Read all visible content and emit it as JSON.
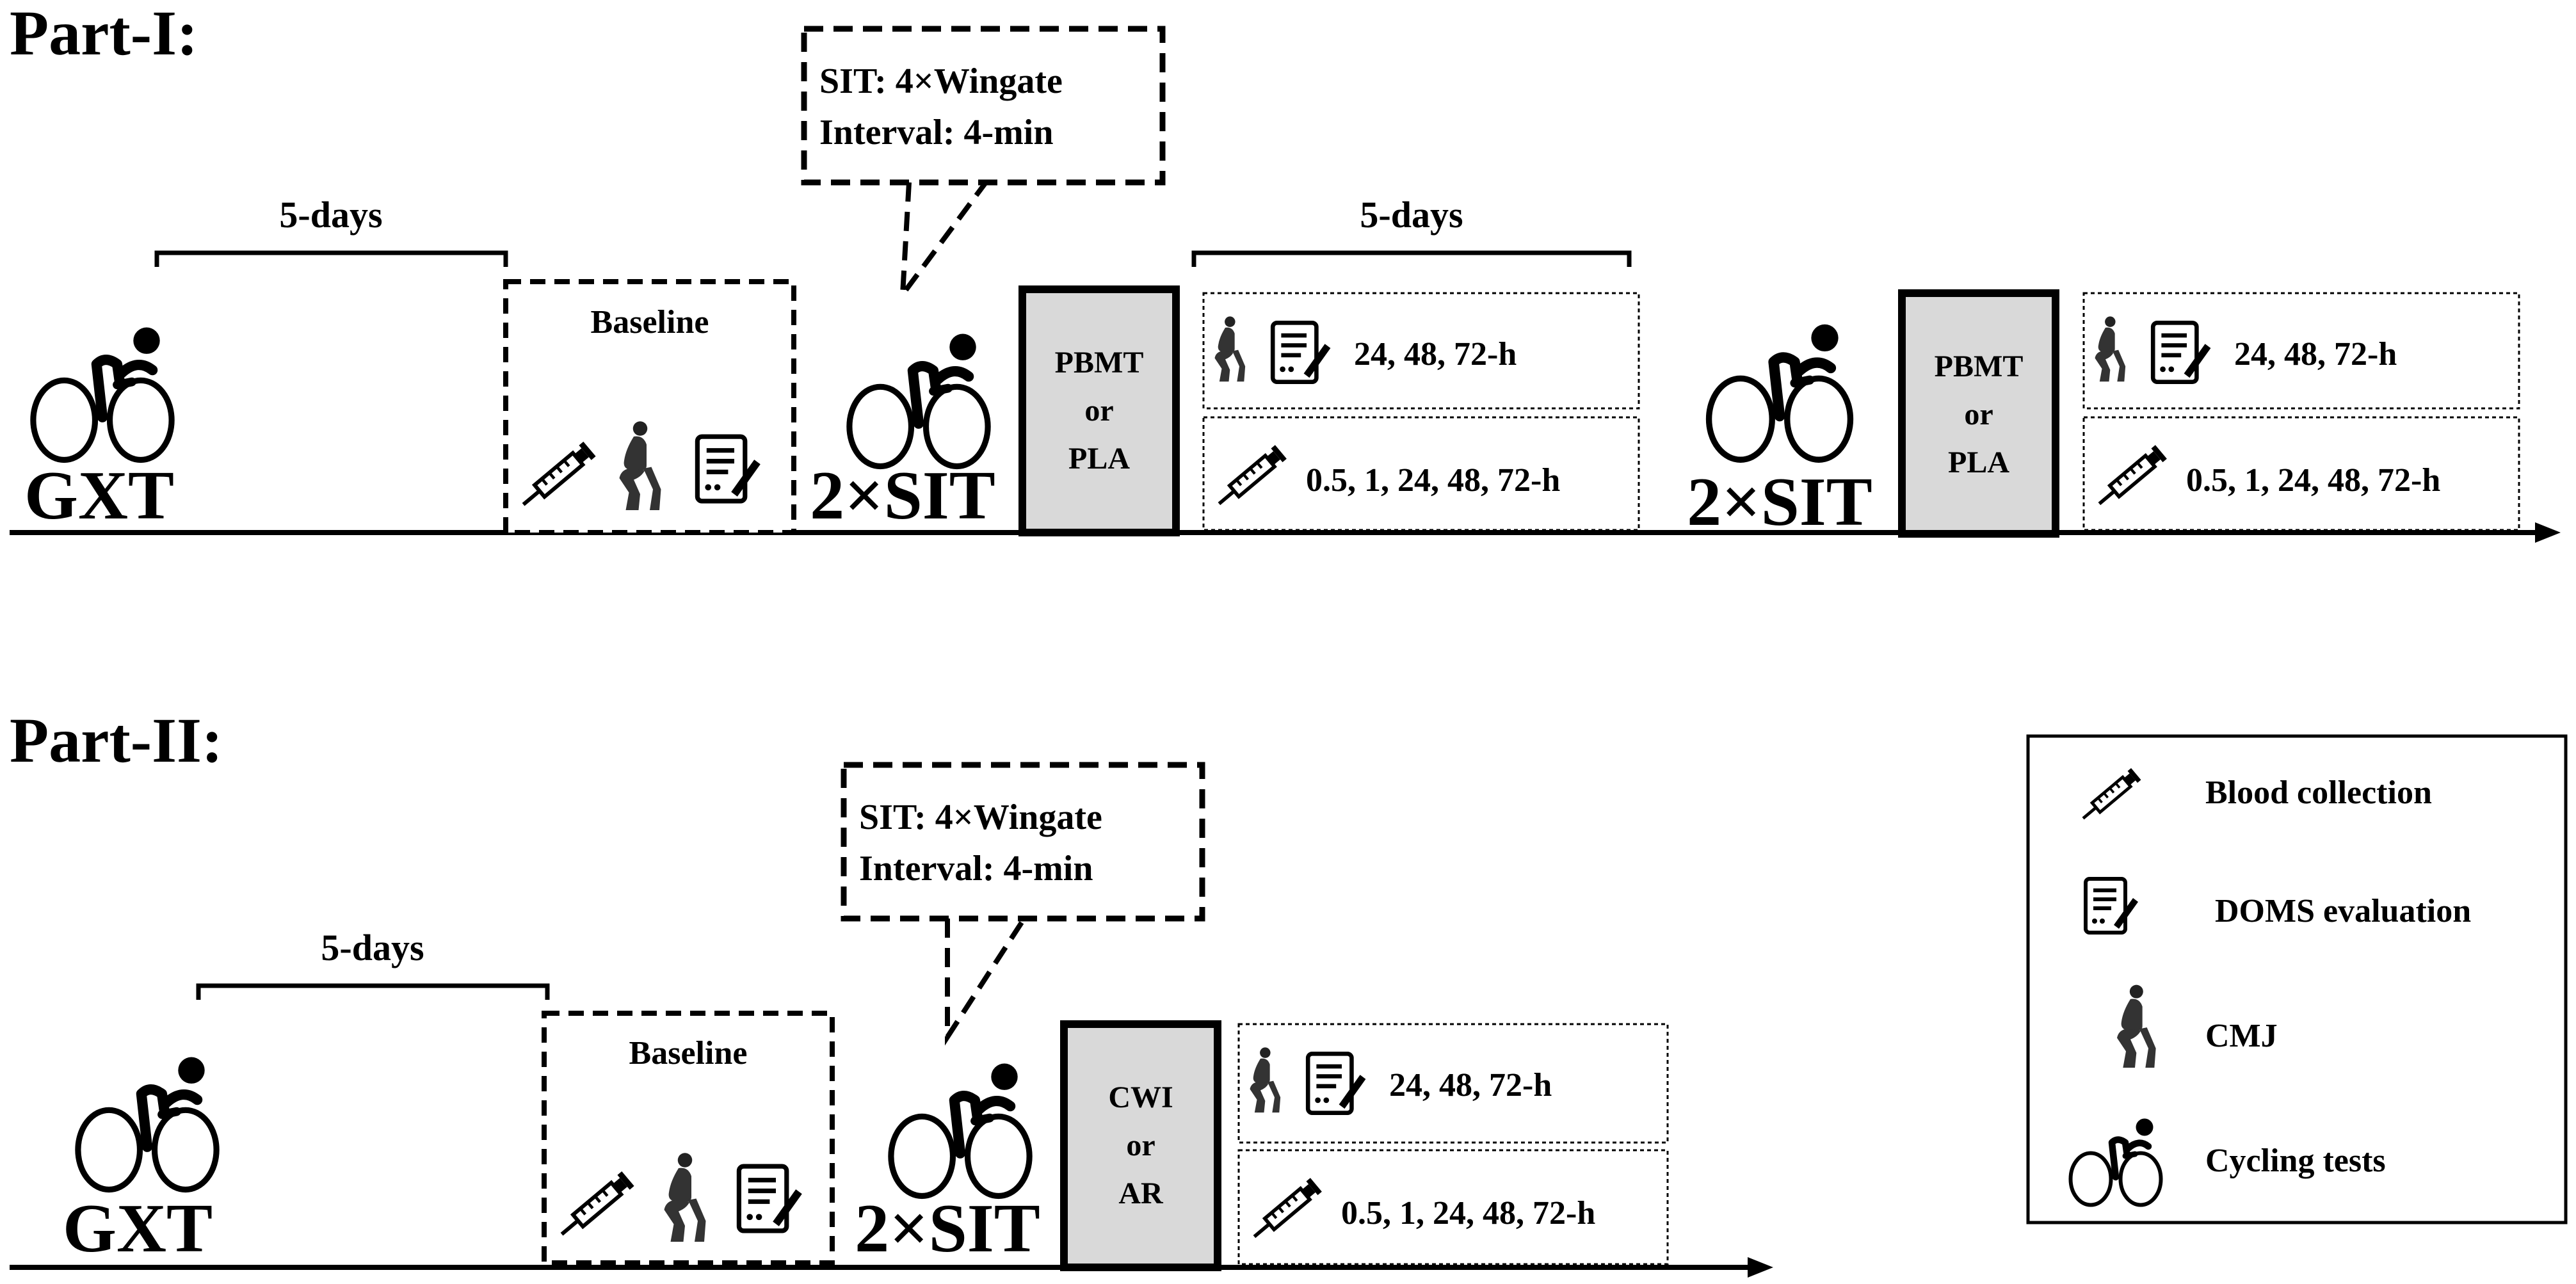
{
  "panels": [
    {
      "title": "Part-I:",
      "sit_note": {
        "line1": "SIT: 4×Wingate",
        "line2": "Interval: 4-min"
      },
      "gxt_label": "GXT",
      "gap_label": "5-days",
      "baseline_label": "Baseline",
      "sit_label": "2×SIT",
      "treatment": {
        "line1": "PBMT",
        "line2": "or",
        "line3": "PLA"
      },
      "performance_times": "24, 48, 72-h",
      "blood_times": "0.5, 1, 24, 48, 72-h",
      "washout_label": "5-days",
      "sit2_label": "2×SIT",
      "treatment2": {
        "line1": "PBMT",
        "line2": "or",
        "line3": "PLA"
      },
      "performance_times2": "24, 48, 72-h",
      "blood_times2": "0.5, 1, 24, 48, 72-h"
    },
    {
      "title": "Part-II:",
      "sit_note": {
        "line1": "SIT: 4×Wingate",
        "line2": "Interval: 4-min"
      },
      "gxt_label": "GXT",
      "gap_label": "5-days",
      "baseline_label": "Baseline",
      "sit_label": "2×SIT",
      "treatment": {
        "line1": "CWI",
        "line2": "or",
        "line3": "AR"
      },
      "performance_times": "24, 48, 72-h",
      "blood_times": "0.5, 1, 24, 48, 72-h"
    }
  ],
  "legend": {
    "items": [
      {
        "icon": "syringe-icon",
        "label": "Blood collection"
      },
      {
        "icon": "clipboard-icon",
        "label": "DOMS evaluation"
      },
      {
        "icon": "squat-figure-icon",
        "label": "CMJ"
      },
      {
        "icon": "cyclist-icon",
        "label": "Cycling tests"
      }
    ]
  }
}
